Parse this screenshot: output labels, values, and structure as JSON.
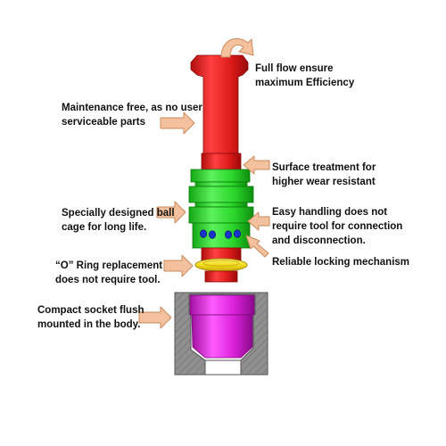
{
  "colors": {
    "connector_red": "#e01c1c",
    "sleeve_green": "#29d629",
    "ball_blue": "#1a33cc",
    "o_ring_yellow": "#f2dc1c",
    "socket_magenta": "#d81fd8",
    "body_grey": "#8c8c8c",
    "arrow_fill": "#f3c19d",
    "arrow_stroke": "#c98b5e"
  },
  "callouts": {
    "full_flow": [
      "Full flow  ensure",
      "maximum Efficiency"
    ],
    "maintenance": [
      "Maintenance free, as no user",
      "serviceable parts"
    ],
    "surface": [
      "Surface treatment for",
      "higher wear resistant"
    ],
    "ball_cage": [
      "Specially designed ball",
      "cage  for long life."
    ],
    "easy_handling": [
      "Easy handling does not",
      "require tool for connection",
      "and disconnection."
    ],
    "locking": [
      "Reliable locking mechanism"
    ],
    "o_ring": [
      "“O” Ring replacement",
      "does not require tool."
    ],
    "socket": [
      "Compact socket flush",
      "mounted in the body."
    ]
  }
}
